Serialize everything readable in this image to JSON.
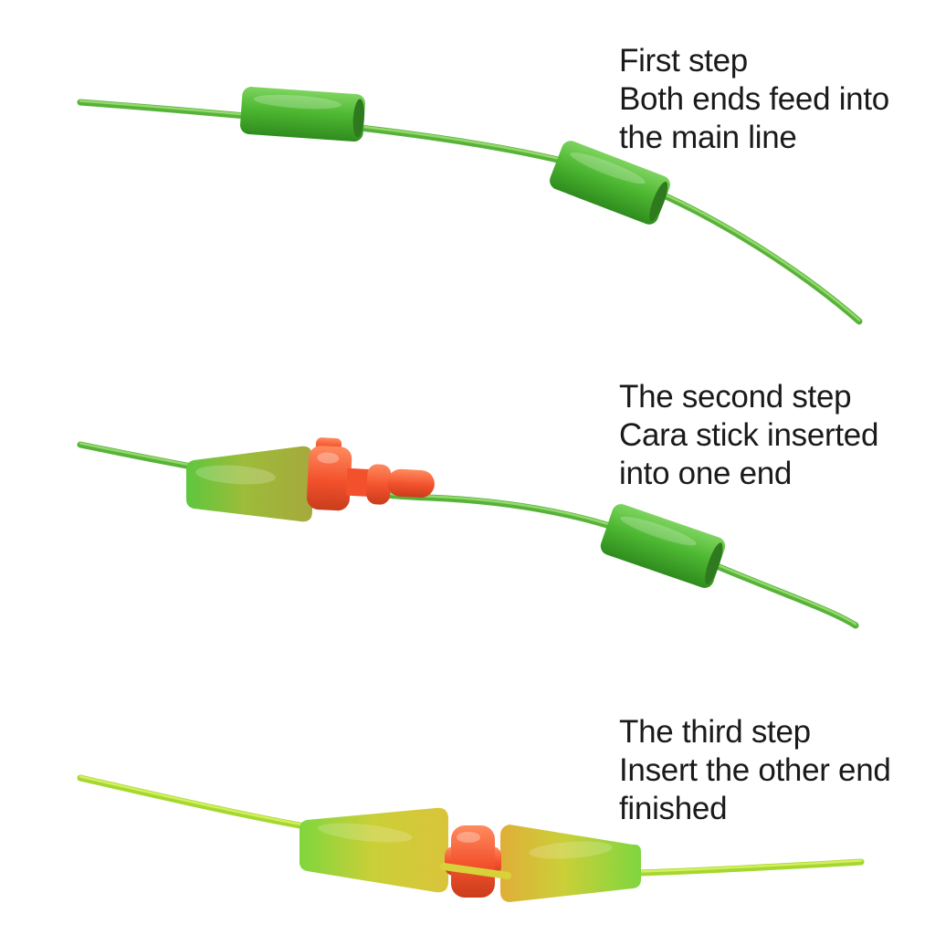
{
  "captions": [
    {
      "lines": [
        "First step",
        "Both ends feed into",
        "the main line"
      ]
    },
    {
      "lines": [
        "The second step",
        "Cara stick inserted",
        "into one end"
      ]
    },
    {
      "lines": [
        "The third step",
        "Insert the other end",
        "finished"
      ]
    }
  ],
  "colors": {
    "background": "#ffffff",
    "text": "#1a1a1a",
    "line_base": "#58b23a",
    "line_highlight": "#93d96c",
    "line3_base": "#a4d72f",
    "line3_highlight": "#d4ee60",
    "line3_under": "#d8d23a",
    "sleeve_top": "#7ed45f",
    "sleeve_mid": "#4eb832",
    "sleeve_bottom": "#2f8c1e",
    "sleeve_cap": "#2f7a1e",
    "cone_green": "#5ec73e",
    "cone_olive_mid": "#9cbc3a",
    "cone_olive": "#a6a93c",
    "orange_light": "#ff8a5e",
    "orange": "#f2512c",
    "orange_dark": "#c93d1c",
    "s3_green": "#7fd63c",
    "s3_yellowgreen": "#cbcf38",
    "s3_yellow": "#d9c43a",
    "s3_warm": "#dfae38",
    "s3_green_right": "#7fd63f"
  }
}
